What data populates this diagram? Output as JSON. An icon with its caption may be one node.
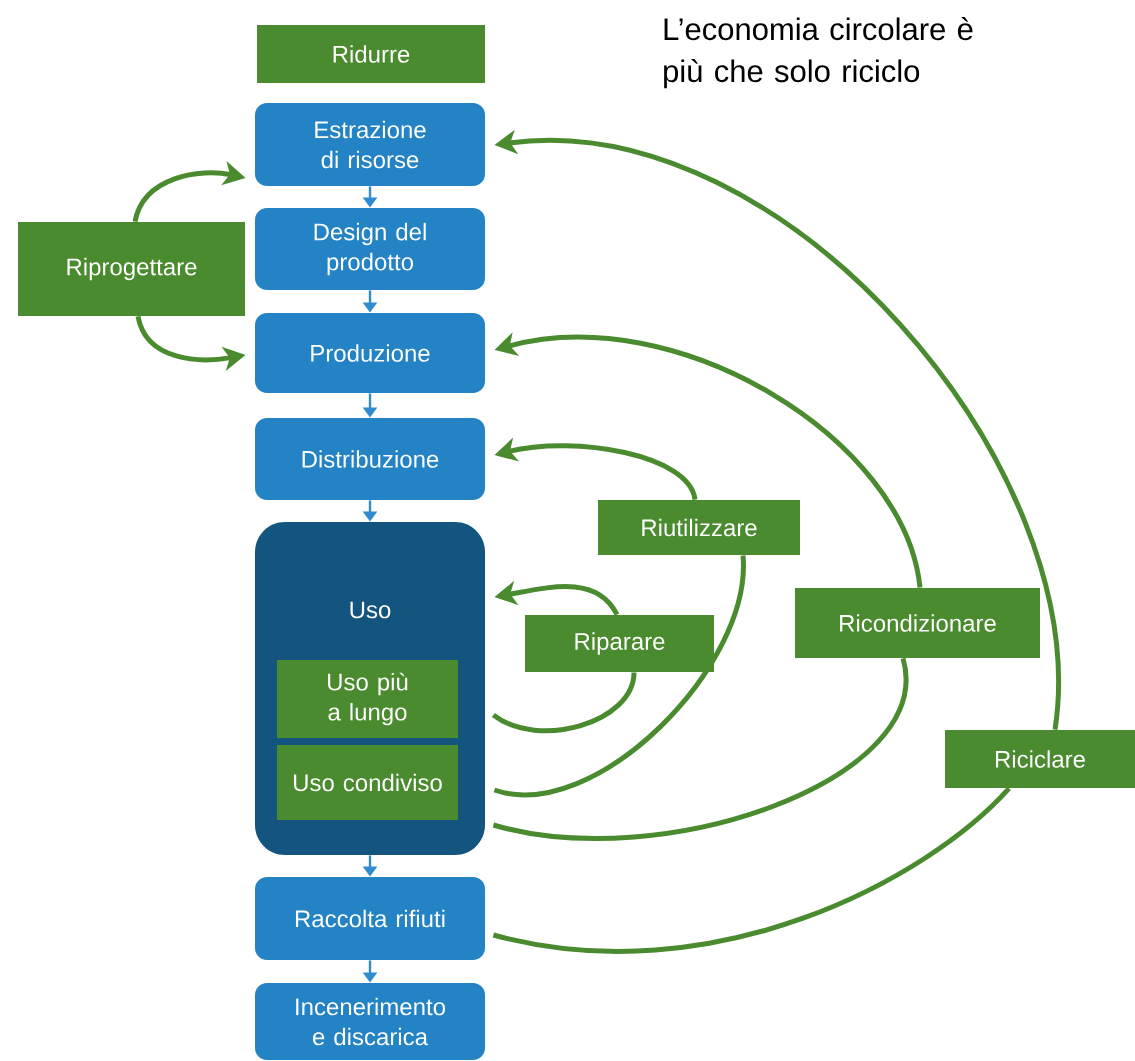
{
  "diagram": {
    "title": "L’economia circolare è più che solo riciclo",
    "nodes": [
      {
        "text": [
          "Ridurre"
        ]
      },
      {
        "text": [
          "Estrazione di risorse"
        ]
      },
      {
        "text": [
          "Design del prodotto"
        ]
      },
      {
        "text": [
          "Produzione"
        ]
      },
      {
        "text": [
          "Distribuzione"
        ]
      },
      {
        "text": [
          "Uso"
        ]
      },
      {
        "text": [
          "Uso più a lungo"
        ],
        "in": 5
      },
      {
        "text": [
          "Uso condiviso"
        ],
        "in": 5
      },
      {
        "text": [
          "Raccolta rifiuti"
        ]
      },
      {
        "text": [
          "Incenerimento e discarica"
        ]
      },
      {
        "text": [
          "Riprogettare"
        ]
      },
      {
        "text": [
          "Riutilizzare"
        ]
      },
      {
        "text": [
          "Riparare"
        ]
      },
      {
        "text": [
          "Ricondizionare"
        ]
      },
      {
        "text": [
          "Riciclare"
        ]
      }
    ],
    "edges": [
      {
        "from": 1,
        "to": 2,
        "arrow": "to",
        "color": "#2e8ccf"
      },
      {
        "from": 2,
        "to": 3,
        "arrow": "to",
        "color": "#2e8ccf"
      },
      {
        "from": 3,
        "to": 4,
        "arrow": "to",
        "color": "#2e8ccf"
      },
      {
        "from": 4,
        "to": 5,
        "arrow": "to",
        "color": "#2e8ccf"
      },
      {
        "from": 5,
        "to": 8,
        "arrow": "to",
        "color": "#2e8ccf"
      },
      {
        "from": 8,
        "to": 9,
        "arrow": "to",
        "color": "#2e8ccf"
      },
      {
        "from": 10,
        "to": 1,
        "arrow": "to"
      },
      {
        "from": 10,
        "to": 3,
        "arrow": "to"
      },
      {
        "from": 5,
        "to": 12,
        "arrow": "none"
      },
      {
        "from": 12,
        "to": 5,
        "arrow": "to"
      },
      {
        "from": 5,
        "to": 11,
        "arrow": "none"
      },
      {
        "from": 11,
        "to": 4,
        "arrow": "to"
      },
      {
        "from": 5,
        "to": 13,
        "arrow": "none"
      },
      {
        "from": 13,
        "to": 3,
        "arrow": "to"
      },
      {
        "from": 8,
        "to": 14,
        "arrow": "none"
      },
      {
        "from": 14,
        "to": 1,
        "arrow": "to"
      }
    ]
  }
}
